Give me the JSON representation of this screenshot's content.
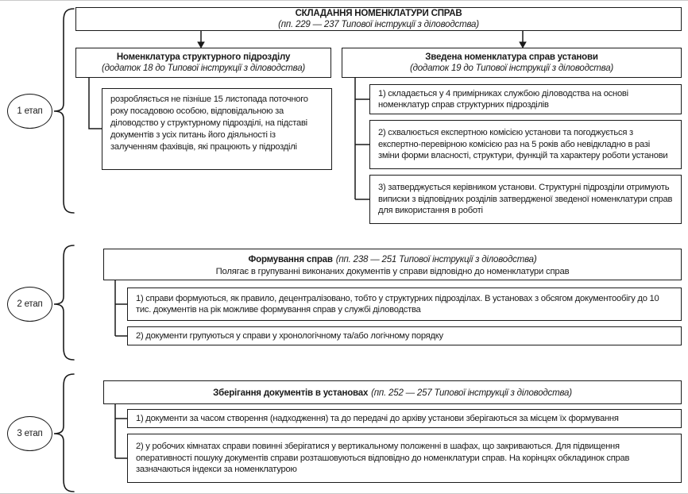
{
  "colors": {
    "ink": "#1a1a1a",
    "background": "#ffffff"
  },
  "root": {
    "title": "СКЛАДАННЯ НОМЕНКЛАТУРИ СПРАВ",
    "ref": "(пп. 229 — 237 Типової інструкції з діловодства)"
  },
  "stage1": {
    "label": "1 етап",
    "left": {
      "title": "Номенклатура структурного підрозділу",
      "ref": "(додаток 18 до Типової інструкції з діловодства)",
      "note": "розробляється не пізніше 15 листопада поточного року посадовою особою, відповідальною за діловодство у структурному підрозділі, на підставі документів з усіх питань його діяльності із залученням фахівців, які працюють у підрозділі"
    },
    "right": {
      "title": "Зведена номенклатура справ установи",
      "ref": "(додаток 19 до Типової інструкції з діловодства)",
      "items": [
        "1) складається у 4 примірниках службою діловодства на основі номенклатур справ структурних підрозділів",
        "2) схвалюється експертною комісією установи та погоджується з експертно-перевірною комісією раз на 5 років або невідкладно в разі зміни форми власності, структури, функцій та характеру роботи установи",
        "3) затверджується керівником установи. Структурні підрозділи отримують виписки з відповідних розділів затвердженої зведеної номенклатури справ для використання в роботі"
      ]
    }
  },
  "stage2": {
    "label": "2 етап",
    "title": "Формування справ",
    "ref": "(пп. 238 — 251 Типової інструкції з діловодства)",
    "subtitle": "Полягає в групуванні виконаних документів у справи відповідно до номенклатури справ",
    "items": [
      "1) справи формуються, як правило, децентралізовано, тобто у структурних підрозділах. В установах з обсягом документообігу до 10 тис. документів на рік можливе формування справ у службі діловодства",
      "2) документи групуються у справи у хронологічному та/або логічному порядку"
    ]
  },
  "stage3": {
    "label": "3 етап",
    "title": "Зберігання документів в установах",
    "ref": "(пп. 252 — 257 Типової інструкції з діловодства)",
    "items": [
      "1) документи за часом створення (надходження) та до передачі до архіву установи зберігаються за місцем їх формування",
      "2) у робочих кімнатах справи повинні зберігатися у вертикальному положенні в шафах, що закриваються. Для підвищення оперативності пошуку документів справи розташовуються відповідно до номенклатури справ. На корінцях обкладинок справ зазначаються індекси за номенклатурою"
    ]
  }
}
